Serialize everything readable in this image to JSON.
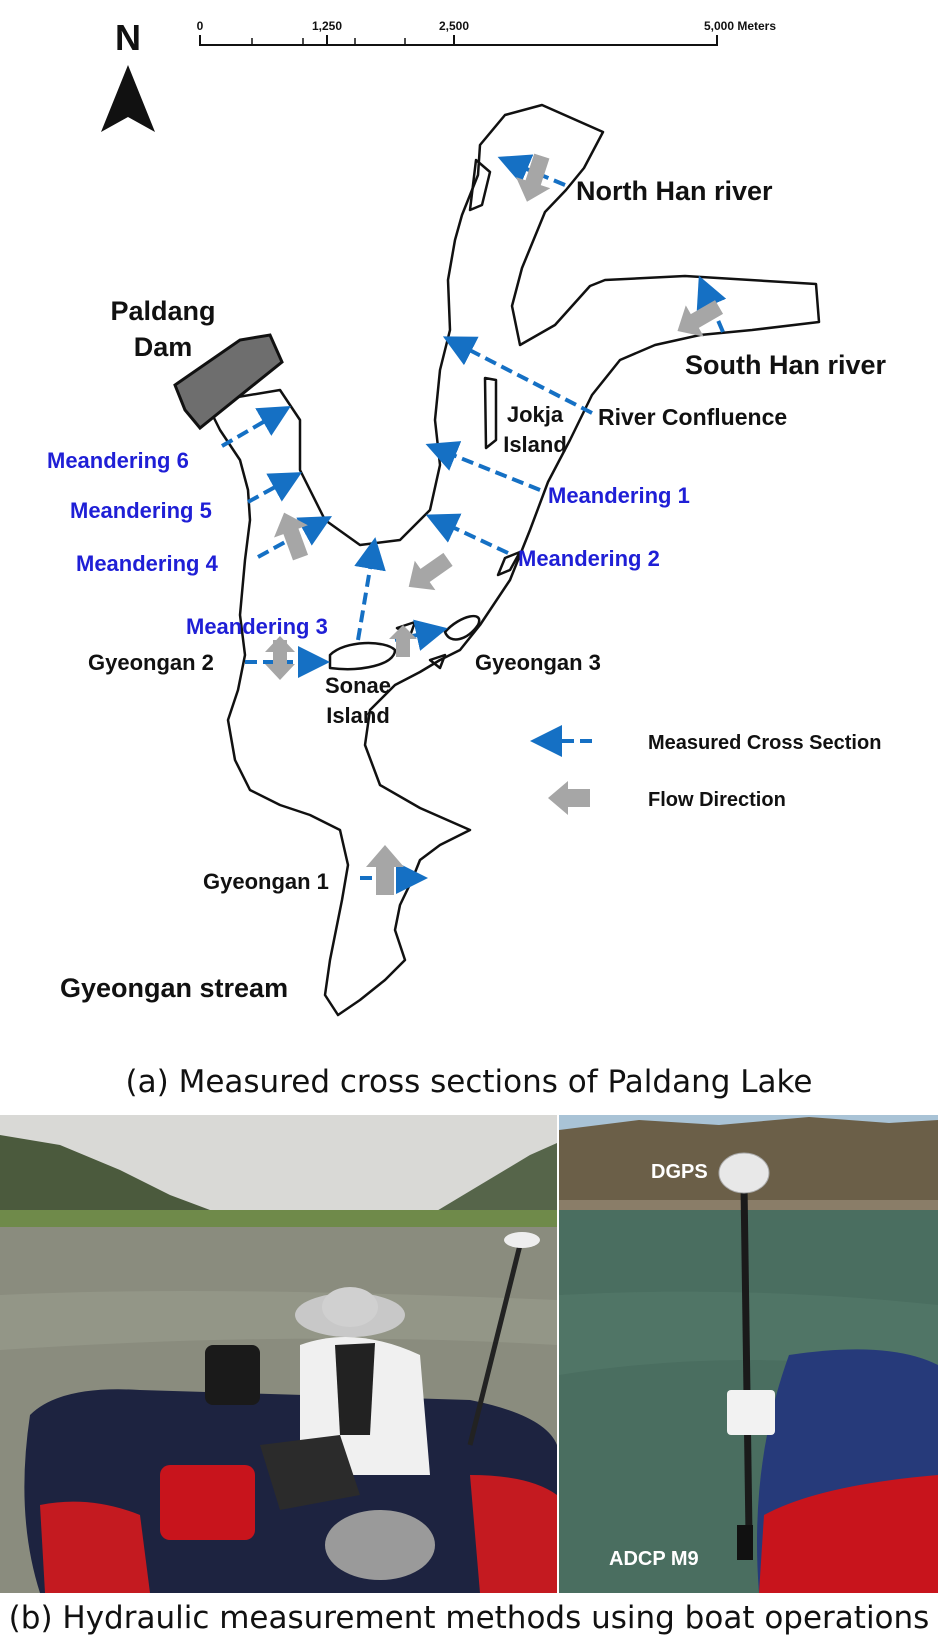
{
  "map": {
    "north_label": "N",
    "scale": {
      "ticks": [
        "0",
        "1,250",
        "2,500",
        "5,000 Meters"
      ]
    },
    "labels": {
      "dam": [
        "Paldang",
        "Dam"
      ],
      "north_han": "North Han river",
      "south_han": "South Han river",
      "confluence": "River Confluence",
      "jokja": [
        "Jokja",
        "Island"
      ],
      "sonae": [
        "Sonae",
        "Island"
      ],
      "gyeongan_stream": "Gyeongan stream",
      "gyeongan_1": "Gyeongan 1",
      "gyeongan_2": "Gyeongan 2",
      "gyeongan_3": "Gyeongan 3",
      "meandering_1": "Meandering 1",
      "meandering_2": "Meandering 2",
      "meandering_3": "Meandering 3",
      "meandering_4": "Meandering 4",
      "meandering_5": "Meandering 5",
      "meandering_6": "Meandering 6"
    },
    "legend": {
      "cross_section": "Measured Cross Section",
      "flow": "Flow Direction"
    },
    "colors": {
      "cross_section": "#1570c4",
      "flow_arrow": "#a6a6a6",
      "meandering_text": "#1f1fd6",
      "dam": "#6e6e6e"
    }
  },
  "caption_a": "(a) Measured cross sections of Paldang Lake",
  "photos": {
    "left": {
      "subject": "inflatable boat with operator and laptop on lake"
    },
    "right": {
      "labels": {
        "dgps": "DGPS",
        "adcp": "ADCP M9"
      }
    }
  },
  "caption_b": "(b) Hydraulic measurement methods using boat operations"
}
